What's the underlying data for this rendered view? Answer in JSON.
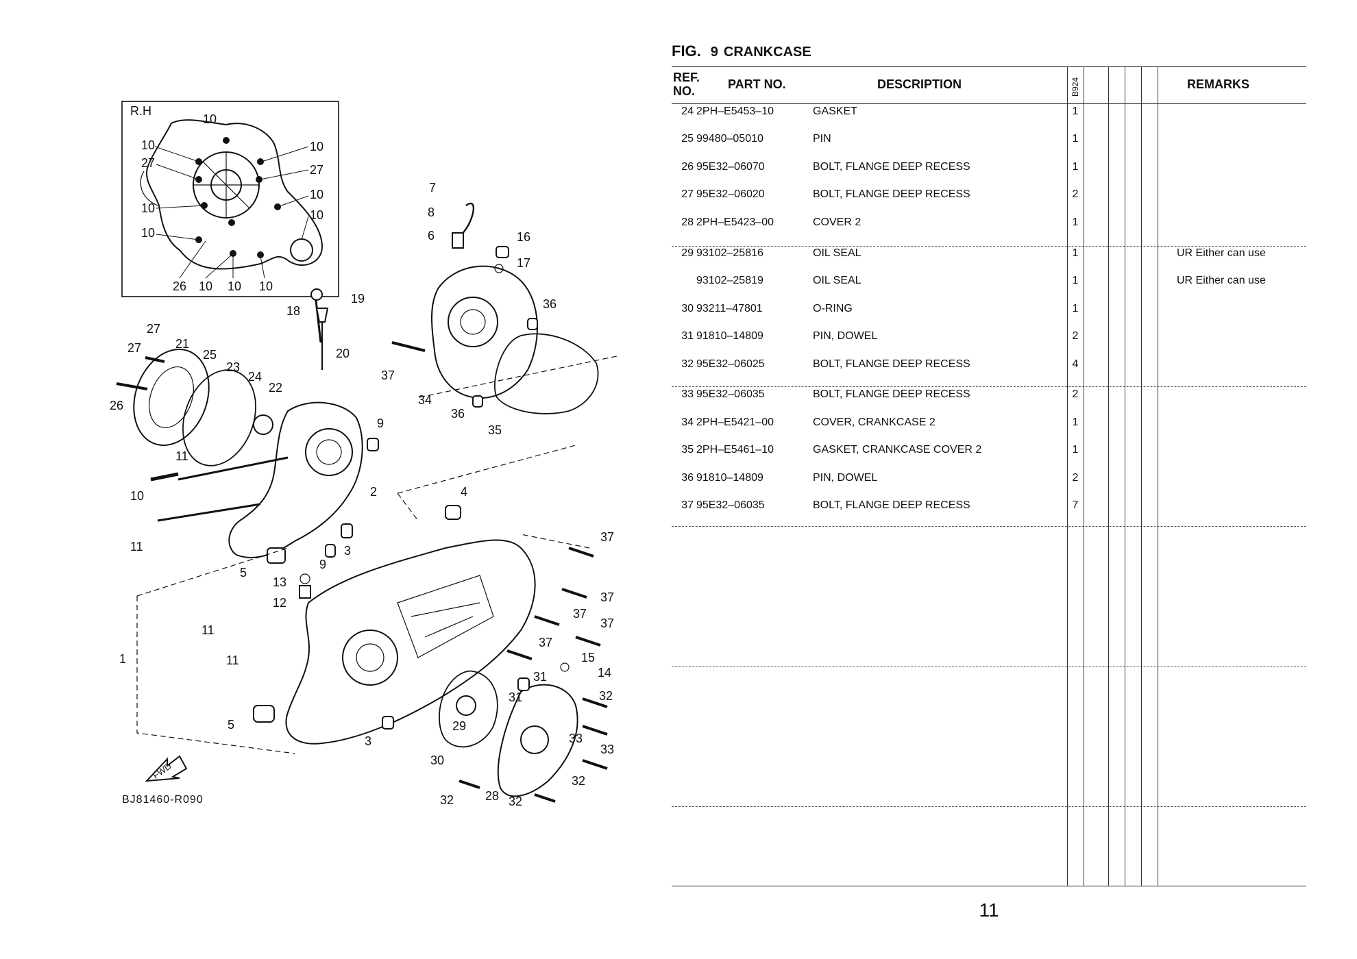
{
  "figure": {
    "label": "FIG.",
    "number": "9",
    "title": "CRANKCASE"
  },
  "diagram": {
    "inset_label": "R.H",
    "direction_label": "FWD",
    "drawing_code": "BJ81460-R090",
    "inset_callouts": [
      "10",
      "10",
      "10",
      "27",
      "27",
      "10",
      "10",
      "10",
      "10",
      "10",
      "26",
      "10",
      "10",
      "10"
    ],
    "callouts": [
      "7",
      "8",
      "6",
      "16",
      "17",
      "36",
      "18",
      "19",
      "20",
      "27",
      "27",
      "21",
      "25",
      "23",
      "24",
      "22",
      "26",
      "37",
      "34",
      "36",
      "35",
      "9",
      "11",
      "10",
      "2",
      "4",
      "11",
      "3",
      "5",
      "13",
      "9",
      "12",
      "37",
      "37",
      "37",
      "37",
      "37",
      "11",
      "15",
      "14",
      "1",
      "11",
      "31",
      "32",
      "31",
      "5",
      "29",
      "3",
      "33",
      "30",
      "33",
      "32",
      "28",
      "32",
      "32"
    ]
  },
  "table": {
    "headers": {
      "ref": "REF. NO.",
      "part_no": "PART NO.",
      "description": "DESCRIPTION",
      "model_code": "B924",
      "remarks": "REMARKS"
    },
    "rows": [
      {
        "ref": "24",
        "part_no": "2PH–E5453–10",
        "description": "GASKET",
        "qty": "1",
        "remarks": ""
      },
      {
        "ref": "25",
        "part_no": "99480–05010",
        "description": "PIN",
        "qty": "1",
        "remarks": ""
      },
      {
        "ref": "26",
        "part_no": "95E32–06070",
        "description": "BOLT, FLANGE DEEP RECESS",
        "qty": "1",
        "remarks": ""
      },
      {
        "ref": "27",
        "part_no": "95E32–06020",
        "description": "BOLT, FLANGE DEEP RECESS",
        "qty": "2",
        "remarks": ""
      },
      {
        "ref": "28",
        "part_no": "2PH–E5423–00",
        "description": "COVER 2",
        "qty": "1",
        "remarks": ""
      },
      {
        "ref": "29",
        "part_no": "93102–25816",
        "description": "OIL SEAL",
        "qty": "1",
        "remarks": "UR Either can use"
      },
      {
        "ref": "",
        "part_no": "93102–25819",
        "description": "OIL SEAL",
        "qty": "1",
        "remarks": "UR Either can use"
      },
      {
        "ref": "30",
        "part_no": "93211–47801",
        "description": "O-RING",
        "qty": "1",
        "remarks": ""
      },
      {
        "ref": "31",
        "part_no": "91810–14809",
        "description": "PIN, DOWEL",
        "qty": "2",
        "remarks": ""
      },
      {
        "ref": "32",
        "part_no": "95E32–06025",
        "description": "BOLT, FLANGE DEEP RECESS",
        "qty": "4",
        "remarks": ""
      },
      {
        "ref": "33",
        "part_no": "95E32–06035",
        "description": "BOLT, FLANGE DEEP RECESS",
        "qty": "2",
        "remarks": ""
      },
      {
        "ref": "34",
        "part_no": "2PH–E5421–00",
        "description": "COVER, CRANKCASE 2",
        "qty": "1",
        "remarks": ""
      },
      {
        "ref": "35",
        "part_no": "2PH–E5461–10",
        "description": "GASKET, CRANKCASE COVER 2",
        "qty": "1",
        "remarks": ""
      },
      {
        "ref": "36",
        "part_no": "91810–14809",
        "description": "PIN, DOWEL",
        "qty": "2",
        "remarks": ""
      },
      {
        "ref": "37",
        "part_no": "95E32–06035",
        "description": "BOLT, FLANGE DEEP RECESS",
        "qty": "7",
        "remarks": ""
      }
    ]
  },
  "page_number": "11"
}
